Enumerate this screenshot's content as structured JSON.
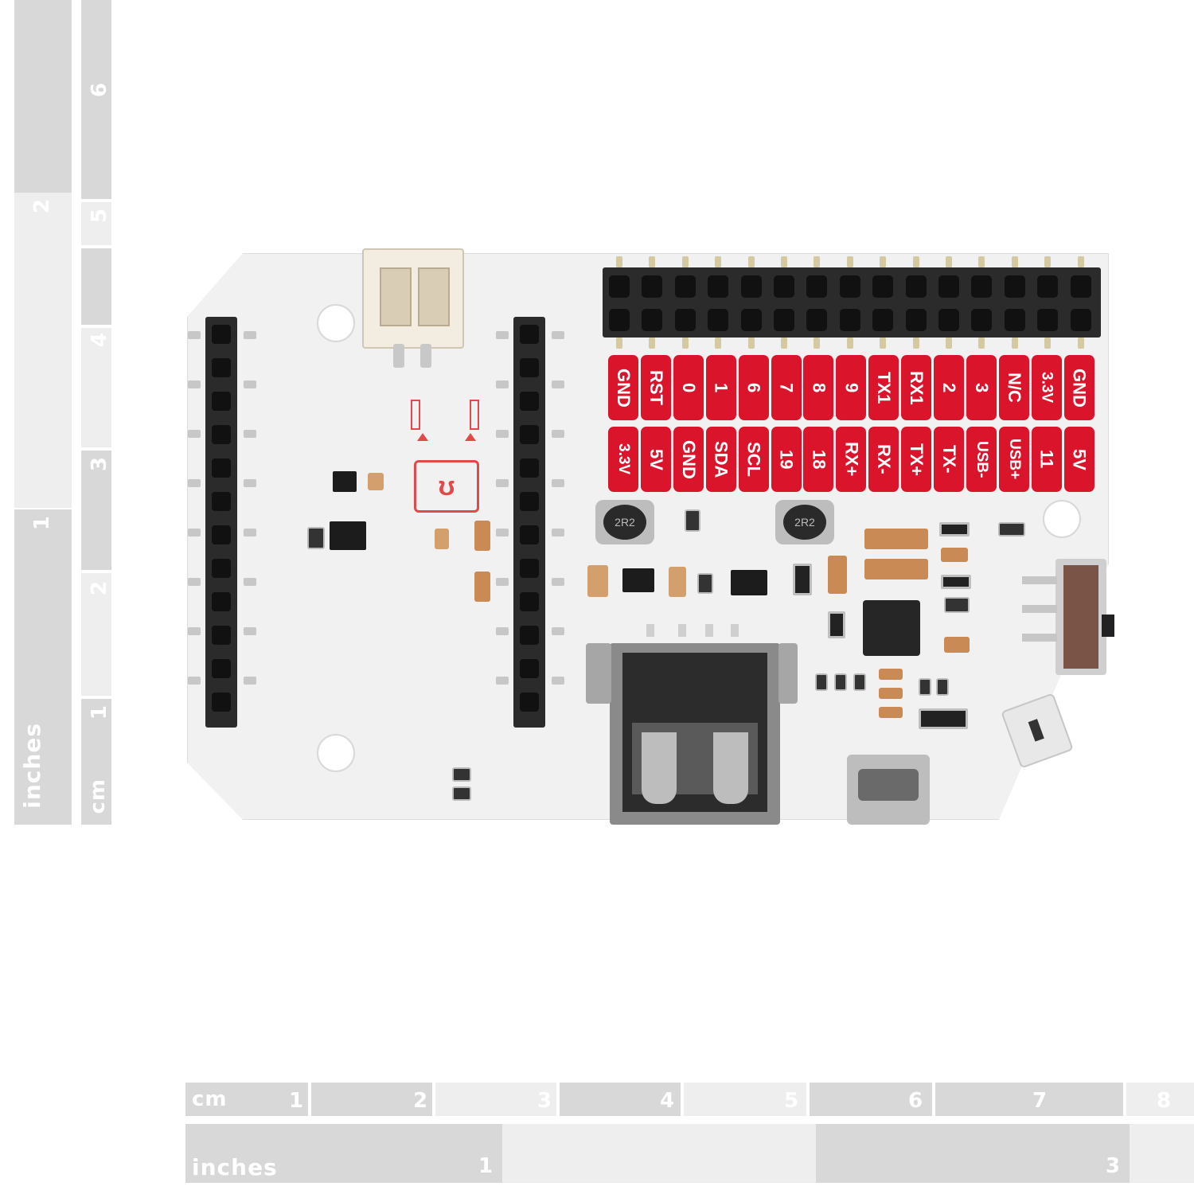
{
  "ruler_left": {
    "unit_cm": "cm",
    "unit_in": "inches",
    "cm_numbers": [
      "1",
      "2",
      "3",
      "4",
      "5",
      "6"
    ],
    "inch_numbers": [
      "1",
      "2"
    ]
  },
  "ruler_bottom": {
    "unit_cm": "cm",
    "unit_in": "inches",
    "cm_numbers": [
      "1",
      "2",
      "3",
      "4",
      "5",
      "6",
      "7",
      "8"
    ],
    "inch_numbers": [
      "1",
      "3"
    ]
  },
  "board": {
    "top_row_labels": [
      "GND",
      "RST",
      "0",
      "1",
      "6",
      "7",
      "8",
      "9",
      "TX1",
      "RX1",
      "2",
      "3",
      "N/C",
      "3.3V",
      "GND"
    ],
    "bottom_row_labels": [
      "3.3V",
      "5V",
      "GND",
      "SDA",
      "SCL",
      "19",
      "18",
      "RX+",
      "RX-",
      "TX+",
      "TX-",
      "USB-",
      "USB+",
      "11",
      "5V"
    ],
    "inductor_marking": "2R2",
    "label_color": "#d9142b"
  }
}
